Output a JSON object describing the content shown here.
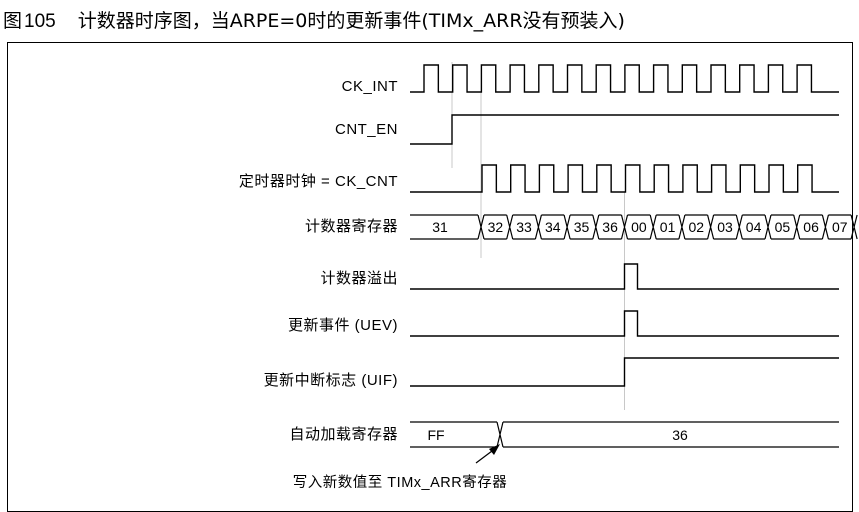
{
  "figure": {
    "prefix": "图",
    "number": "105",
    "title": "计数器时序图，当ARPE=0时的更新事件(TIMx_ARR没有预装入)"
  },
  "signals": {
    "ck_int": "CK_INT",
    "cnt_en": "CNT_EN",
    "ck_cnt": "定时器时钟 = CK_CNT",
    "counter_reg": "计数器寄存器",
    "overflow": "计数器溢出",
    "uev": "更新事件 (UEV)",
    "uif": "更新中断标志 (UIF)",
    "arr": "自动加载寄存器"
  },
  "counter_values": {
    "initial": "31",
    "sequence": [
      "32",
      "33",
      "34",
      "35",
      "36",
      "00",
      "01",
      "02",
      "03",
      "04",
      "05",
      "06",
      "07"
    ]
  },
  "arr_values": {
    "before": "FF",
    "after": "36"
  },
  "annotation": "写入新数值至 TIMx_ARR寄存器",
  "colors": {
    "line": "#000000",
    "guide": "#c8c8c8"
  }
}
